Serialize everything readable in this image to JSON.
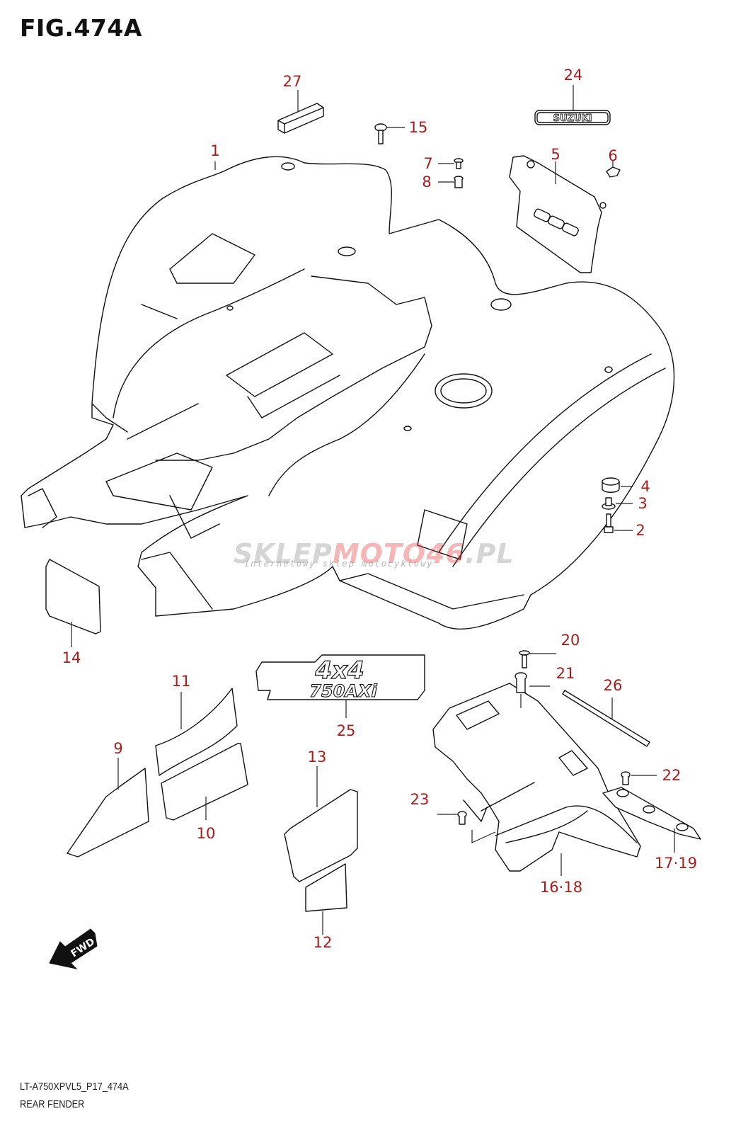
{
  "figure": {
    "title": "FIG.474A",
    "model_code": "LT-A750XPVL5_P17_474A",
    "section_name": "REAR FENDER"
  },
  "colors": {
    "callout_label": "#a81c1c",
    "line_art": "#111111",
    "background": "#ffffff"
  },
  "emblems": {
    "suzuki": "SUZUKI",
    "model_4x4": "4x4",
    "model_750": "750AXi",
    "fwd_arrow": "FWD"
  },
  "watermark": {
    "brand_part1": "SKLEP",
    "brand_part2": "MOTO",
    "brand_part3": "46",
    "brand_part4": ".PL",
    "tagline": "internetowy sklep motocyklowy"
  },
  "callouts": [
    {
      "id": "1",
      "label": "1"
    },
    {
      "id": "2",
      "label": "2"
    },
    {
      "id": "3",
      "label": "3"
    },
    {
      "id": "4",
      "label": "4"
    },
    {
      "id": "5",
      "label": "5"
    },
    {
      "id": "6",
      "label": "6"
    },
    {
      "id": "7",
      "label": "7"
    },
    {
      "id": "8",
      "label": "8"
    },
    {
      "id": "9",
      "label": "9"
    },
    {
      "id": "10",
      "label": "10"
    },
    {
      "id": "11",
      "label": "11"
    },
    {
      "id": "12",
      "label": "12"
    },
    {
      "id": "13",
      "label": "13"
    },
    {
      "id": "14",
      "label": "14"
    },
    {
      "id": "15",
      "label": "15"
    },
    {
      "id": "16-18",
      "label": "16·18"
    },
    {
      "id": "17-19",
      "label": "17·19"
    },
    {
      "id": "20",
      "label": "20"
    },
    {
      "id": "21",
      "label": "21"
    },
    {
      "id": "22",
      "label": "22"
    },
    {
      "id": "23",
      "label": "23"
    },
    {
      "id": "24",
      "label": "24"
    },
    {
      "id": "25",
      "label": "25"
    },
    {
      "id": "26",
      "label": "26"
    },
    {
      "id": "27",
      "label": "27"
    }
  ]
}
